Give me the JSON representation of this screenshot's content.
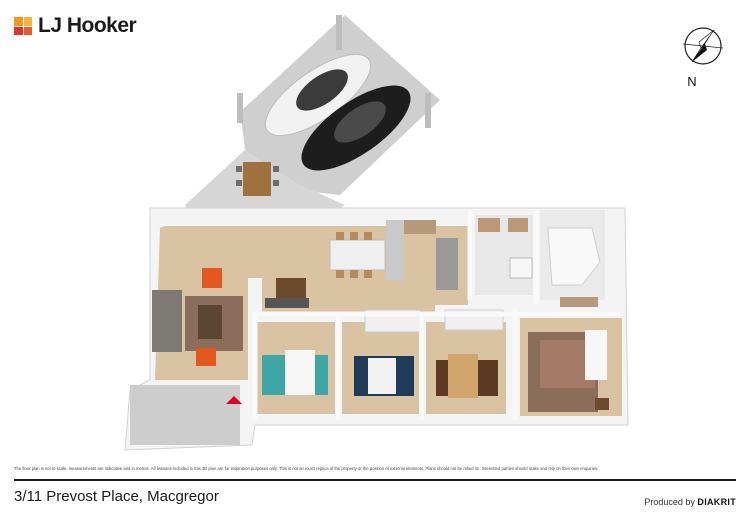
{
  "brand": {
    "name": "LJ Hooker",
    "colors": [
      "#f7941d",
      "#e4322b",
      "#f05a28",
      "#fbb040"
    ]
  },
  "compass": {
    "north_label": "N",
    "icon": "compass-rose-icon"
  },
  "floorplan": {
    "wall_color": "#f4f4f4",
    "floor_color": "#d9c3a3",
    "paving_color": "#cfcfcf",
    "accent_colors": {
      "rug": "#8b6d5b",
      "bed_teal": "#3fa6a6",
      "bed_navy": "#1f3b5a",
      "chair_orange": "#e2581f"
    }
  },
  "disclaimer": "The floor plan is not to scale, measurements are indicative and in metres. All features included in this 3D plan are for inspiration purposes only. This is not an exact replica of the property or the position of external elements. Plans should not be relied on. Interested parties should make and rely on their own enquiries.",
  "address": "3/11 Prevost Place, Macgregor",
  "credit": {
    "prefix": "Produced by",
    "name": "DIAKRIT"
  }
}
